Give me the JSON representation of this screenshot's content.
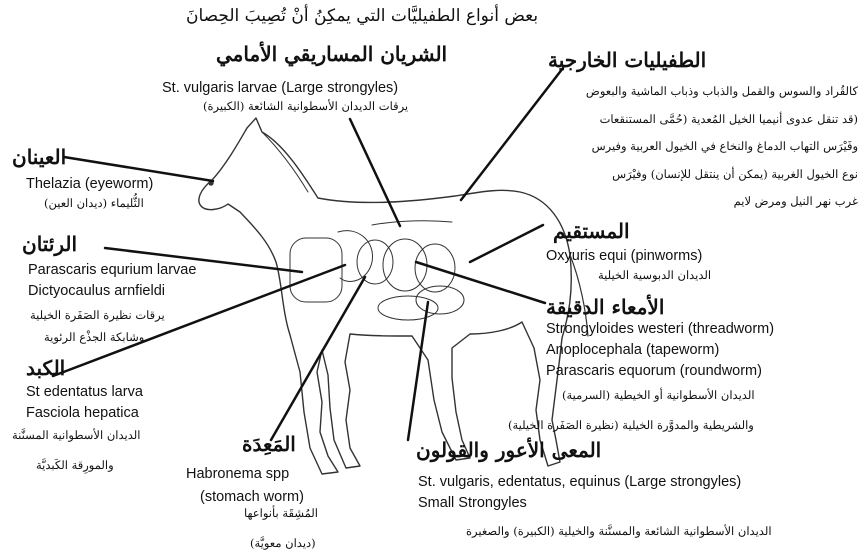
{
  "title": "بعض أنواع الطفيليَّات التي يمكِنُ أنْ تُصِيبَ الحِصانَ",
  "artery": {
    "heading": "الشريان المساريقي الأمامي",
    "english": "St. vulgaris larvae (Large strongyles)",
    "arabic": "يرقات الديدان الأسطوانية الشائعة (الكبيرة)"
  },
  "external": {
    "heading": "الطفيليات الخارجية",
    "lines": [
      "كالقُراد والسوس والقمل والذباب وذباب الماشية والبعوض",
      "(قد تنقل عدوى أنيميا الخيل المُعدية (حُمَّى المستنقعات",
      "وفَيْرَس التهاب الدماغ والنخاع في الخيول العربية وفيرس",
      "نوع الخيول الغربية (يمكن أن ينتقل للإنسان) وفيْرَس",
      "غرب نهر النيل ومرض لايم"
    ]
  },
  "eyes": {
    "heading": "العينان",
    "english": "Thelazia (eyeworm)",
    "arabic": "الثُّليماء (ديدان العين)"
  },
  "lungs": {
    "heading": "الرئتان",
    "english": [
      "Parascaris equrium larvae",
      "Dictyocaulus arnfieldi"
    ],
    "arabic": [
      "يرقات نظيرة الصَفَرة الخيلية",
      "وشابكة الجذْع الرئوية"
    ]
  },
  "liver": {
    "heading": "الكبد",
    "english": [
      "St edentatus larva",
      "Fasciola hepatica"
    ],
    "arabic": [
      "الديدان الأسطوانية المسنَّنة",
      "والمورِقة الكَبديَّة"
    ]
  },
  "rectum": {
    "heading": "المستقيم",
    "english": "Oxyuris equi (pinworms)",
    "arabic": "الديدان الدبوسية الخيلية"
  },
  "small_intestine": {
    "heading": "الأمعاء الدقيقة",
    "english": [
      "Strongyloides westeri (threadworm)",
      "Anoplocephala (tapeworm)",
      "Parascaris equorum (roundworm)"
    ],
    "arabic": [
      "الديدان الأسطوانية أو الخيطية (السرمية)",
      "والشريطية والمدوَّرة الخيلية (نظيرة الصَفَرة الخيلية)"
    ]
  },
  "stomach": {
    "heading": "المَعِدَة",
    "english": [
      "Habronema spp",
      "(stomach worm)"
    ],
    "arabic": [
      "المُشِقَة بأنواعها",
      "(ديدان معويَّة)"
    ]
  },
  "cecum_colon": {
    "heading": "المعى الأعور والقولون",
    "english": [
      "St. vulgaris, edentatus, equinus (Large strongyles)",
      "Small Strongyles"
    ],
    "arabic": "الديدان الأسطوانية الشائعة والمسنَّنة والخيلية (الكبيرة) والصغيرة"
  }
}
